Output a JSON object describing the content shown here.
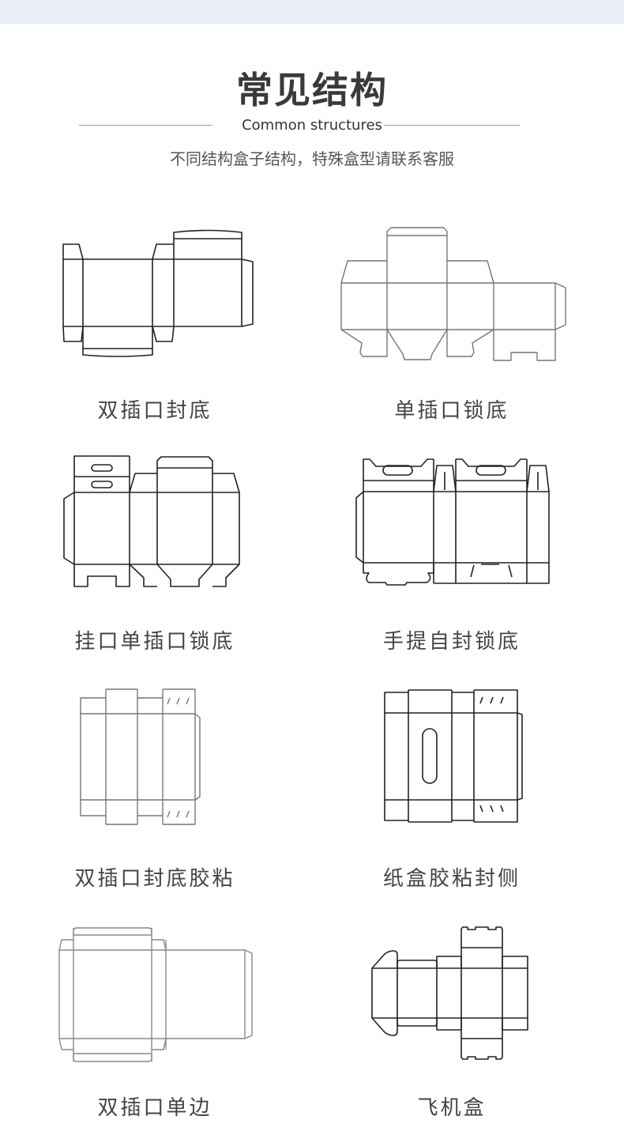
{
  "header": {
    "title": "常见结构",
    "subtitle_en": "Common structures",
    "description": "不同结构盒子结构，特殊盒型请联系客服"
  },
  "structures": [
    {
      "label": "双插口封底"
    },
    {
      "label": "单插口锁底"
    },
    {
      "label": "挂口单插口锁底"
    },
    {
      "label": "手提自封锁底"
    },
    {
      "label": "双插口封底胶粘"
    },
    {
      "label": "纸盒胶粘封侧"
    },
    {
      "label": "双插口单边"
    },
    {
      "label": "飞机盒"
    }
  ],
  "colors": {
    "band": "#e9eef9",
    "title": "#3a3a3a",
    "label": "#444444"
  }
}
